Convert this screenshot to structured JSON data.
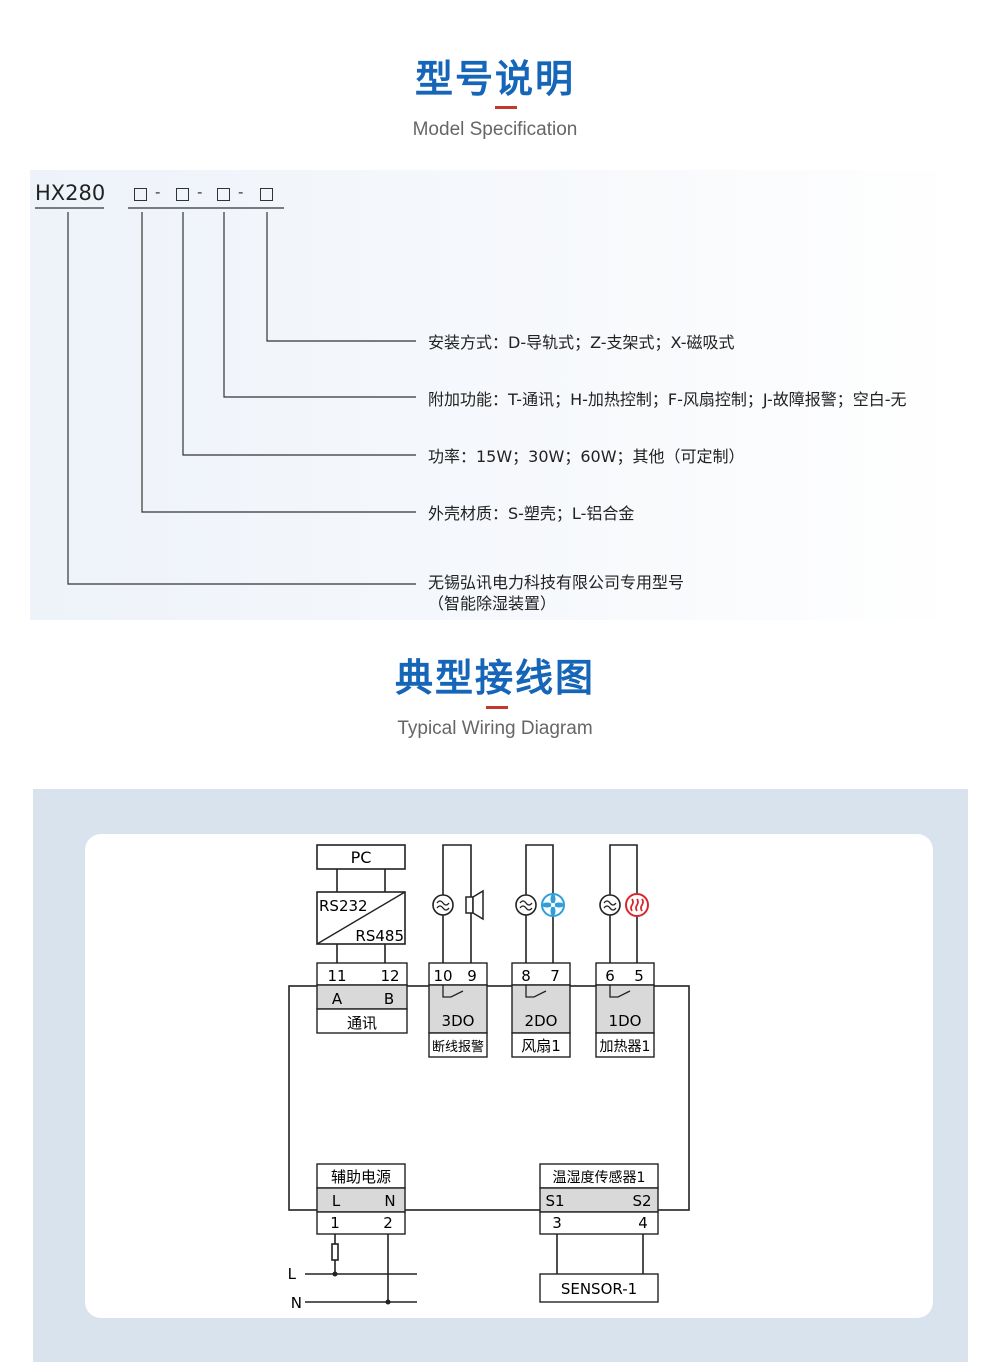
{
  "model_section": {
    "title": "型号说明",
    "subtitle": "Model Specification",
    "model_code": "HX280",
    "dash": "-",
    "descriptions": [
      {
        "text": "安装方式：D-导轨式；Z-支架式；X-磁吸式"
      },
      {
        "text": "附加功能：T-通讯；H-加热控制；F-风扇控制；J-故障报警；空白-无"
      },
      {
        "text": "功率：15W；30W；60W；其他（可定制）"
      },
      {
        "text": "外壳材质：S-塑壳；L-铝合金"
      },
      {
        "text": "无锡弘讯电力科技有限公司专用型号",
        "text2": "（智能除湿装置）"
      }
    ]
  },
  "wiring_section": {
    "title": "典型接线图",
    "subtitle": "Typical Wiring Diagram"
  },
  "diagram": {
    "pc": "PC",
    "rs232": "RS232",
    "rs485": "RS485",
    "comm": {
      "t1": "11",
      "t2": "12",
      "a": "A",
      "b": "B",
      "label": "通讯"
    },
    "do3": {
      "t1": "10",
      "t2": "9",
      "name": "3DO",
      "label": "断线报警"
    },
    "do2": {
      "t1": "8",
      "t2": "7",
      "name": "2DO",
      "label": "风扇1"
    },
    "do1": {
      "t1": "6",
      "t2": "5",
      "name": "1DO",
      "label": "加热器1"
    },
    "power": {
      "title": "辅助电源",
      "l": "L",
      "n": "N",
      "t1": "1",
      "t2": "2"
    },
    "sensor": {
      "title": "温湿度传感器1",
      "s1": "S1",
      "s2": "S2",
      "t1": "3",
      "t2": "4"
    },
    "sensor_box": "SENSOR-1",
    "line_l": "L",
    "line_n": "N"
  },
  "colors": {
    "title_blue": "#1565b8",
    "accent_red": "#c0392b",
    "wiring_bg": "#d8e3ee",
    "heater_red": "#d6282c",
    "fan_blue": "#2e9fd8"
  }
}
